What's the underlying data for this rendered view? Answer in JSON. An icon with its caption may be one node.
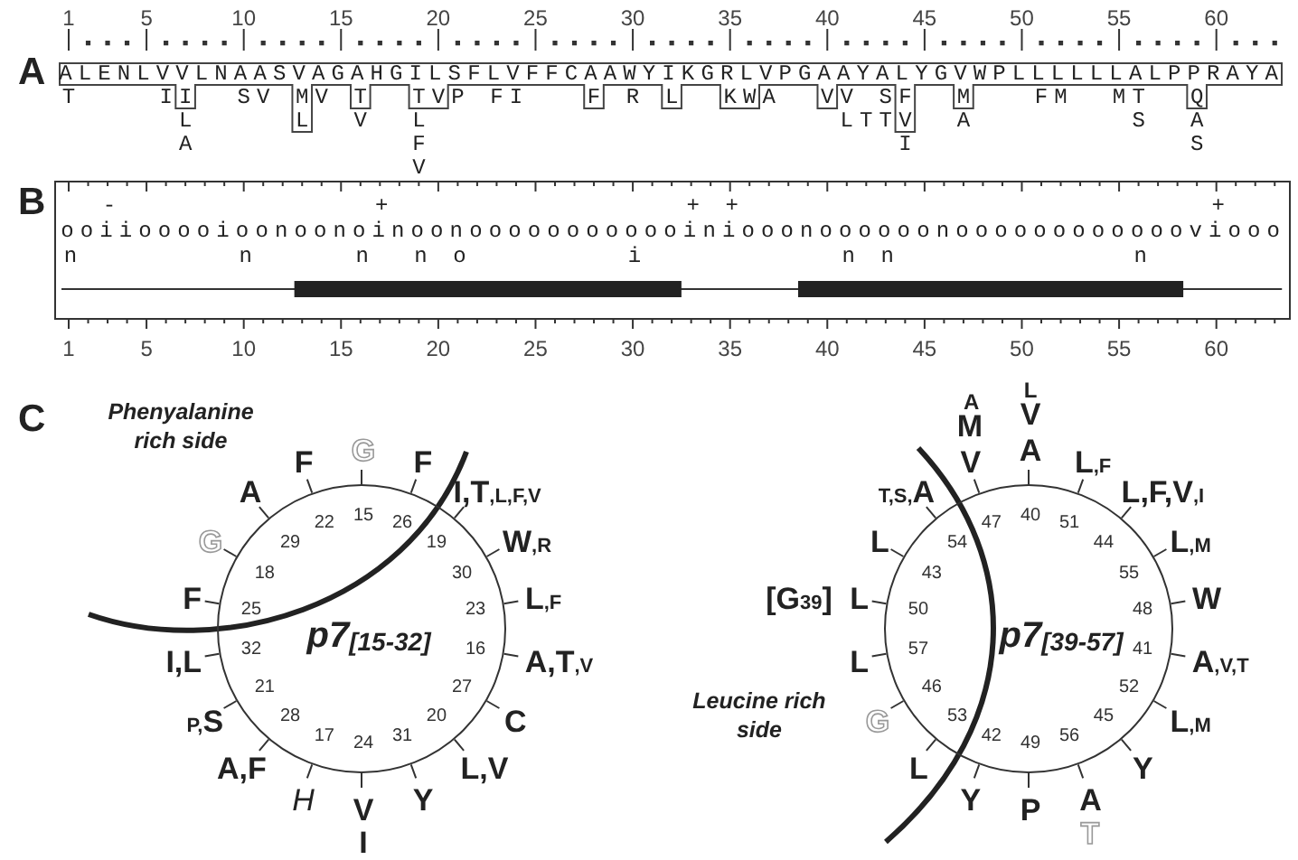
{
  "diagram": {
    "nodes": [
      {
        "text": [
          "ALENLVVLNAASVAGAHGILSFLVFFCAAWYIKGRLVPGAAYALYGVWPLLLLLLALPPRAYA",
          "I",
          "M",
          "L",
          "T",
          "T",
          "V",
          "F",
          "L",
          "K",
          "W",
          "V",
          "F",
          "V",
          "M",
          "Q"
        ]
      },
      {
        "text": [
          "-",
          "+",
          "+",
          "+",
          "+",
          "ooiiooooioonoonoinoonoooooooooooiniooonoooooonooooooooooooviooo",
          "n",
          "n",
          "n",
          "n",
          "o",
          "i",
          "n",
          "n",
          "n"
        ]
      },
      {
        "text": [
          "15",
          "26",
          "19",
          "30",
          "23",
          "16",
          "27",
          "20",
          "31",
          "24",
          "17",
          "28",
          "21",
          "32",
          "25",
          "18",
          "29",
          "22",
          "p7$_{[15-32]}$",
          "G",
          "F",
          "I,T$_{,L,F,V}$",
          "W$_{,R}$",
          "L$_{,F}$",
          "A,T$_{,V}$",
          "C",
          "L,V",
          "Y",
          "V",
          "H",
          "A,F",
          "$_{P,}$S",
          "I,L",
          "F",
          "G",
          "A",
          "F",
          "I"
        ]
      },
      {
        "text": [
          "40",
          "51",
          "44",
          "55",
          "48",
          "41",
          "52",
          "45",
          "56",
          "49",
          "42",
          "53",
          "46",
          "57",
          "50",
          "43",
          "54",
          "47",
          "p7$_{[39-57]}$",
          "A",
          "L$_{,F}$",
          "L,F,V$_{,I}$",
          "L$_{,M}$",
          "W",
          "A$_{,V,T}$",
          "L$_{,M}$",
          "Y",
          "A",
          "P",
          "Y",
          "L",
          "G",
          "L",
          "L",
          "L",
          "$_{T,S,}$A",
          "V",
          "V",
          "L",
          "M",
          "A",
          "T",
          "[G$_{39}$]"
        ]
      }
    ],
    "labels": [
      "A",
      "1",
      "5",
      "10",
      "15",
      "20",
      "25",
      "30",
      "35",
      "40",
      "45",
      "50",
      "55",
      "60",
      "T",
      "I",
      "S",
      "V",
      "V",
      "P",
      "F",
      "I",
      "R",
      "A",
      "V",
      "S",
      "F",
      "M",
      "M",
      "T",
      "L",
      "V",
      "L",
      "L",
      "T",
      "T",
      "A",
      "S",
      "A",
      "A",
      "F",
      "I",
      "S",
      "V",
      "B",
      "1",
      "5",
      "10",
      "15",
      "20",
      "25",
      "30",
      "35",
      "40",
      "45",
      "50",
      "55",
      "60",
      "C",
      "Phenyalanine rich side",
      "Leucine rich side"
    ]
  }
}
